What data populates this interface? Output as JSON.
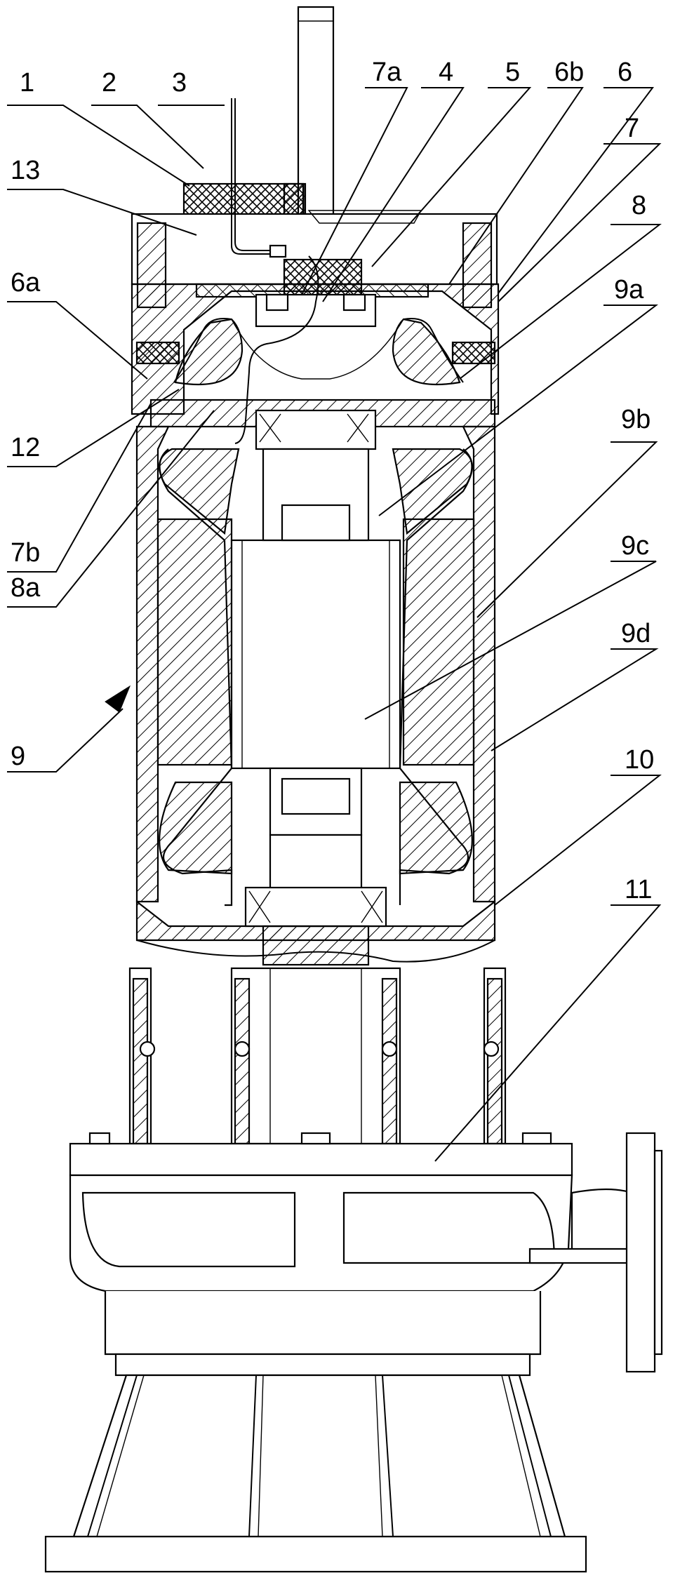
{
  "figure": {
    "labels": [
      {
        "id": "1",
        "text": "1"
      },
      {
        "id": "2",
        "text": "2"
      },
      {
        "id": "3",
        "text": "3"
      },
      {
        "id": "7a",
        "text": "7a"
      },
      {
        "id": "4",
        "text": "4"
      },
      {
        "id": "5",
        "text": "5"
      },
      {
        "id": "6b",
        "text": "6b"
      },
      {
        "id": "6",
        "text": "6"
      },
      {
        "id": "7",
        "text": "7"
      },
      {
        "id": "13",
        "text": "13"
      },
      {
        "id": "8",
        "text": "8"
      },
      {
        "id": "6a",
        "text": "6a"
      },
      {
        "id": "9a",
        "text": "9a"
      },
      {
        "id": "12",
        "text": "12"
      },
      {
        "id": "9b",
        "text": "9b"
      },
      {
        "id": "7b",
        "text": "7b"
      },
      {
        "id": "9c",
        "text": "9c"
      },
      {
        "id": "8a",
        "text": "8a"
      },
      {
        "id": "9d",
        "text": "9d"
      },
      {
        "id": "9",
        "text": "9"
      },
      {
        "id": "10",
        "text": "10"
      },
      {
        "id": "11",
        "text": "11"
      }
    ]
  }
}
